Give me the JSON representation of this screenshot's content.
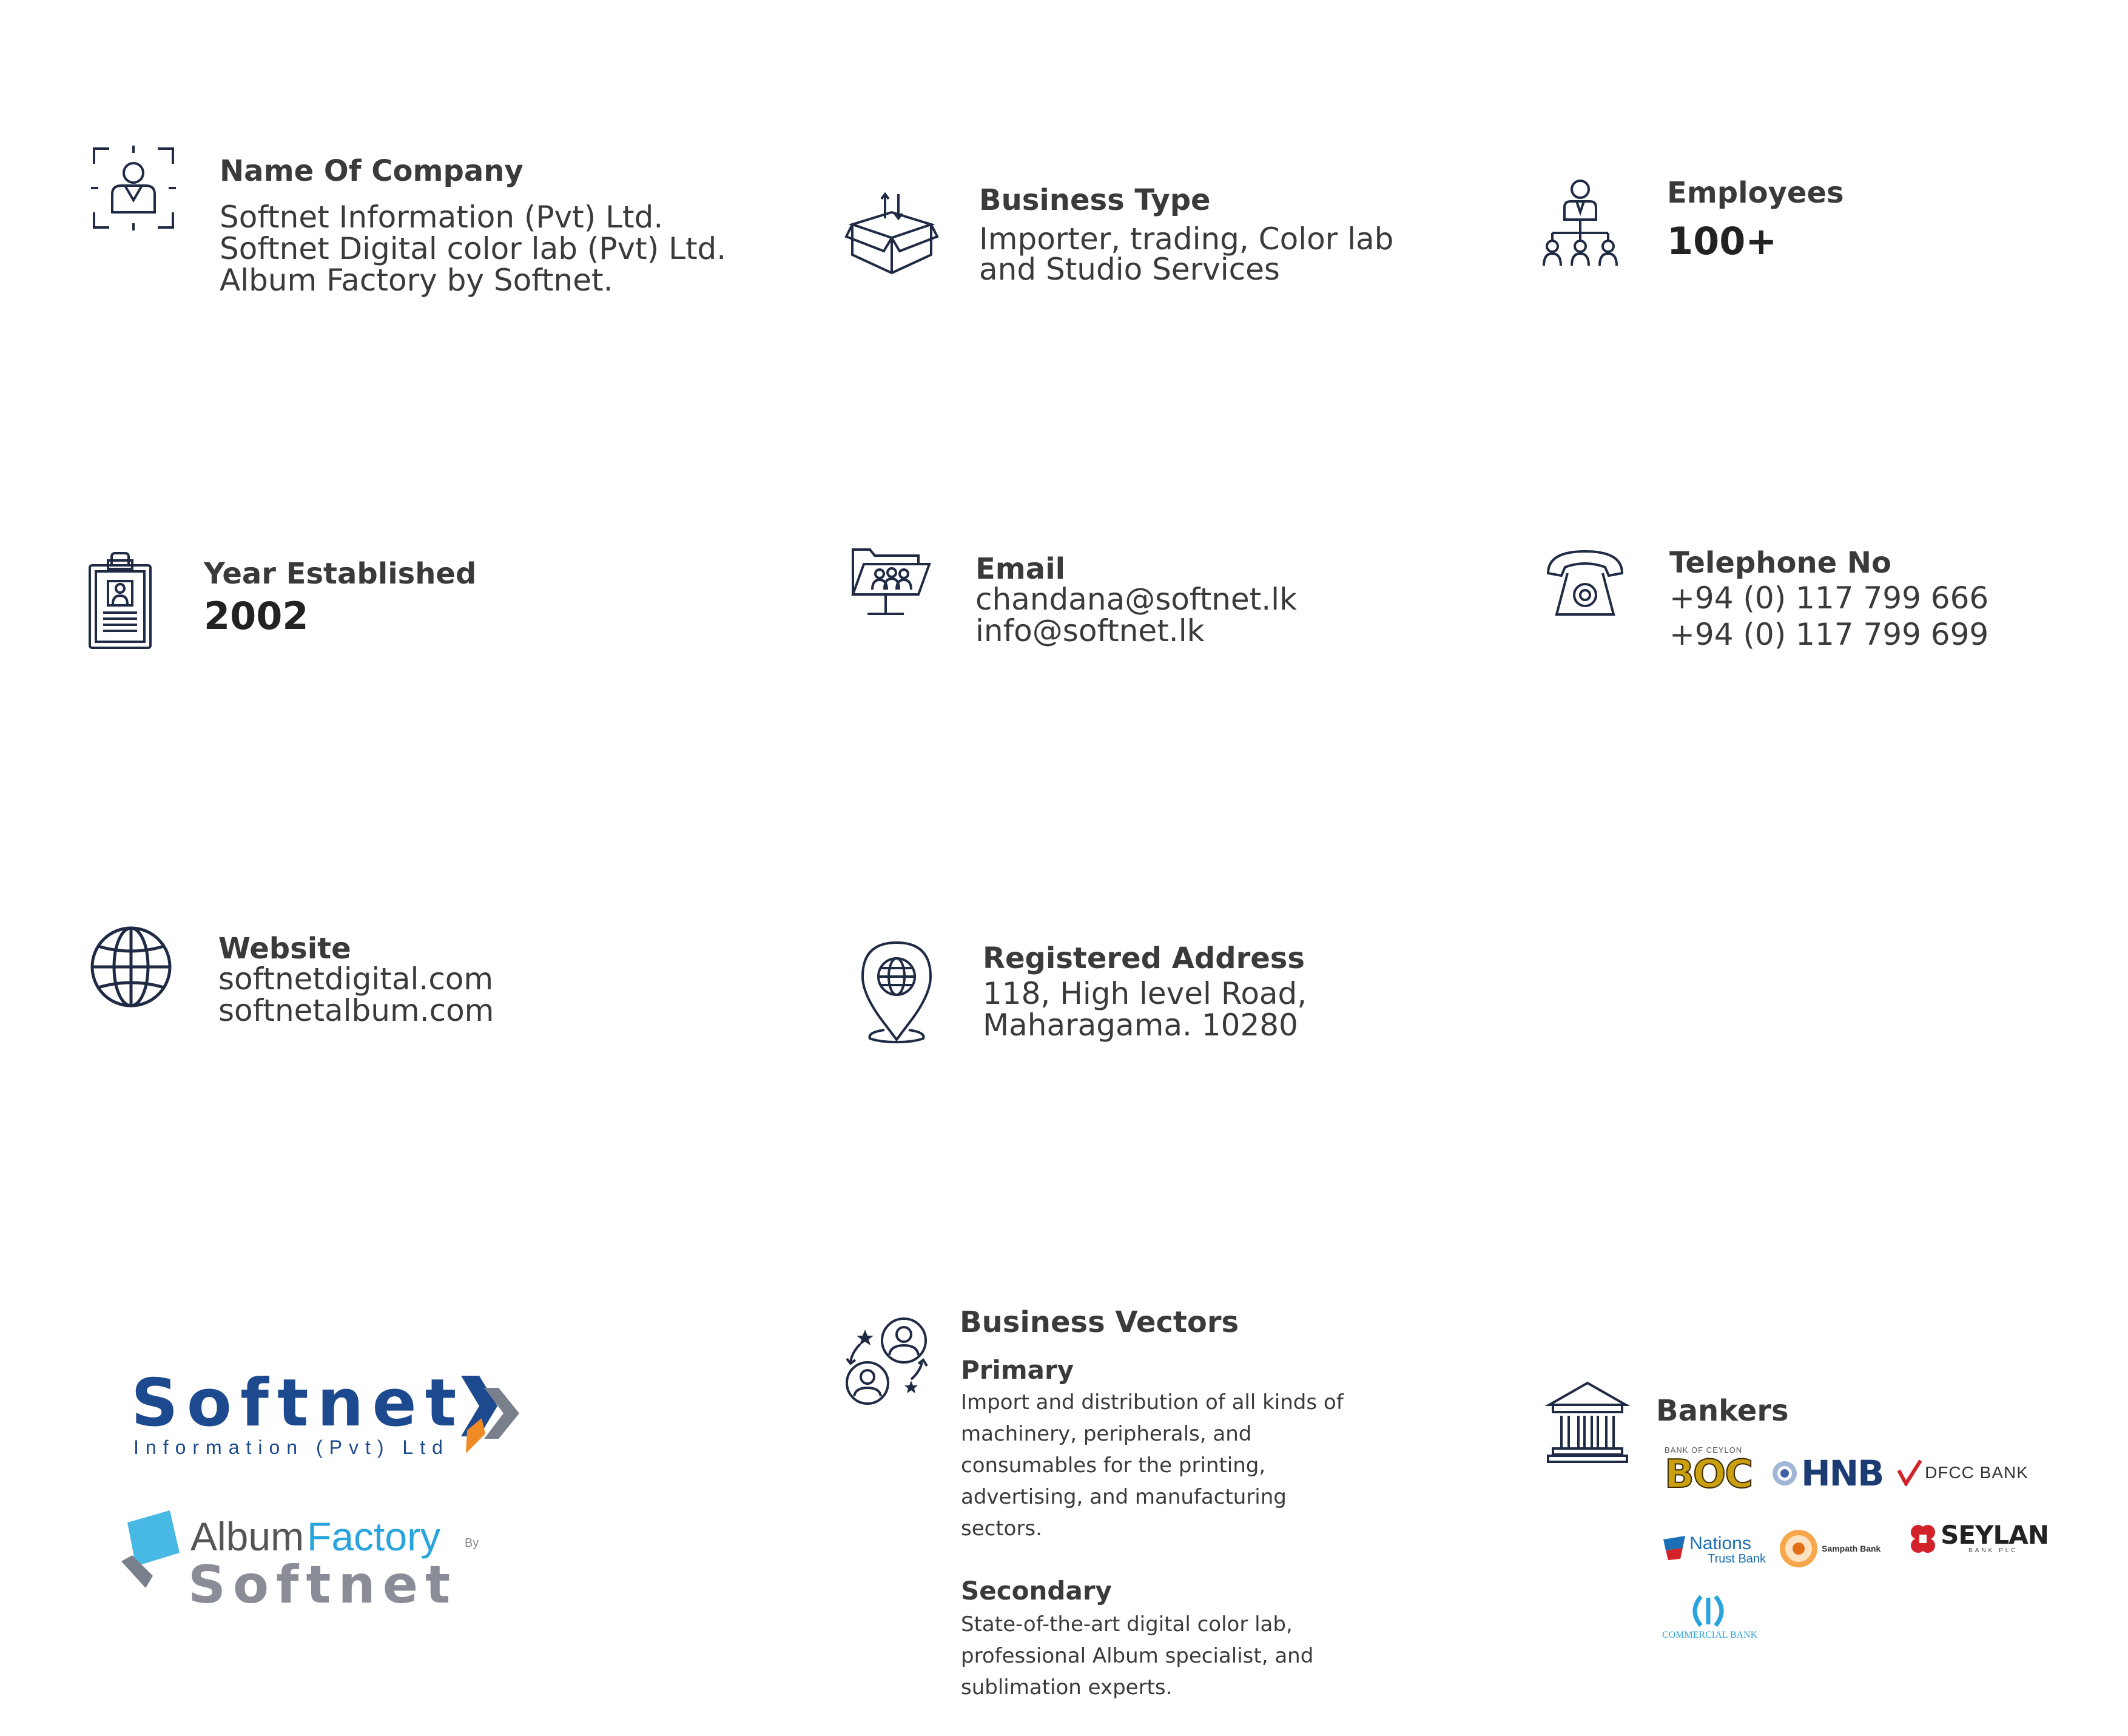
{
  "company": {
    "label": "Name Of Company",
    "lines": [
      "Softnet Information (Pvt) Ltd.",
      "Softnet Digital color lab (Pvt) Ltd.",
      "Album Factory by Softnet."
    ],
    "icon": "person-focus-icon"
  },
  "business_type": {
    "label": "Business Type",
    "lines": [
      "Importer, trading, Color lab",
      "and Studio Services"
    ],
    "icon": "open-box-icon"
  },
  "employees": {
    "label": "Employees",
    "value": "100+",
    "icon": "org-chart-icon"
  },
  "year": {
    "label": "Year Established",
    "value": "2002",
    "icon": "clipboard-id-icon"
  },
  "email": {
    "label": "Email",
    "lines": [
      "chandana@softnet.lk",
      "info@softnet.lk"
    ],
    "icon": "team-folder-icon"
  },
  "telephone": {
    "label": "Telephone No",
    "lines": [
      "+94 (0) 117 799 666",
      "+94 (0) 117 799 699"
    ],
    "icon": "telephone-icon"
  },
  "website": {
    "label": "Website",
    "lines": [
      "softnetdigital.com",
      "softnetalbum.com"
    ],
    "icon": "globe-icon"
  },
  "address": {
    "label": "Registered Address",
    "lines": [
      "118, High level Road,",
      "Maharagama. 10280"
    ],
    "icon": "location-globe-pin-icon"
  },
  "vectors": {
    "label": "Business Vectors",
    "primary_label": "Primary",
    "primary_lines": [
      "Import and distribution of all kinds of",
      "machinery, peripherals, and",
      "consumables for the printing,",
      "advertising, and manufacturing",
      "sectors."
    ],
    "secondary_label": "Secondary",
    "secondary_lines": [
      "State-of-the-art digital color lab,",
      "professional Album specialist, and",
      "sublimation experts."
    ],
    "icon": "network-people-icon"
  },
  "bankers": {
    "label": "Bankers",
    "icon": "bank-building-icon",
    "banks": {
      "boc_top": "BANK OF CEYLON",
      "boc": "BOC",
      "hnb": "HNB",
      "dfcc": "DFCC BANK",
      "ntb": "Nations",
      "ntb2": "Trust Bank",
      "sampath": "Sampath Bank",
      "seylan": "SEYLAN",
      "seylan_sub": "BANK PLC",
      "commercial": "COMMERCIAL BANK"
    }
  },
  "logos": {
    "softnet": "Softnet",
    "softnet_sub": "Information (Pvt) Ltd",
    "album": "Album",
    "factory": "Factory",
    "by": "By",
    "album_softnet": "Softnet"
  },
  "colors": {
    "icon_navy": "#1f2a44",
    "text": "#3a3a3a",
    "softnet_blue": "#1d4a8f",
    "factory_blue": "#29a4dd",
    "arrow_orange": "#f08a24"
  }
}
